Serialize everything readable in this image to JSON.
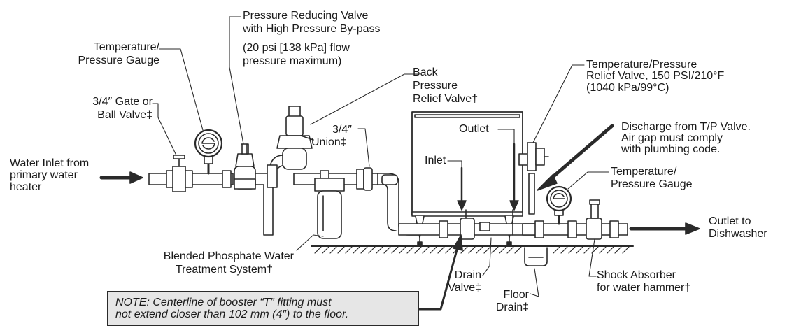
{
  "labels": {
    "prv_title": "Pressure Reducing Valve",
    "prv_sub": "with High Pressure By-pass",
    "prv_note_1": "(20 psi [138 kPa] flow",
    "prv_note_2": "pressure maximum)",
    "tpg_left_1": "Temperature/",
    "tpg_left_2": "Pressure Gauge",
    "gate_valve_1": "3/4″ Gate or",
    "gate_valve_2": "Ball Valve‡",
    "inlet_1": "Water Inlet from",
    "inlet_2": "primary water",
    "inlet_3": "heater",
    "back_pressure_1": "Back",
    "back_pressure_2": "Pressure",
    "back_pressure_3": "Relief Valve†",
    "union_1": "3/4″",
    "union_2": "Union‡",
    "outlet": "Outlet",
    "inlet": "Inlet",
    "tp_relief_1": "Temperature/Pressure",
    "tp_relief_2": "Relief Valve, 150 PSI/210°F",
    "tp_relief_3": "(1040 kPa/99°C)",
    "discharge_1": "Discharge from T/P Valve.",
    "discharge_2": "Air gap must comply",
    "discharge_3": "with plumbing code.",
    "tpg_right_1": "Temperature/",
    "tpg_right_2": "Pressure Gauge",
    "outlet_dw_1": "Outlet to",
    "outlet_dw_2": "Dishwasher",
    "phosphate_1": "Blended Phosphate Water",
    "phosphate_2": "Treatment System†",
    "drain_valve_1": "Drain",
    "drain_valve_2": "Valve‡",
    "floor_drain_1": "Floor",
    "floor_drain_2": "Drain‡",
    "shock_1": "Shock Absorber",
    "shock_2": "for water hammer†"
  },
  "note": {
    "line_1": "NOTE: Centerline of booster “T” fitting must",
    "line_2": "not extend closer than 102 mm (4″) to the floor."
  },
  "colors": {
    "line": "#2a2a2a",
    "fill_light": "#f2f2f2",
    "note_bg": "#e6e6e6"
  }
}
